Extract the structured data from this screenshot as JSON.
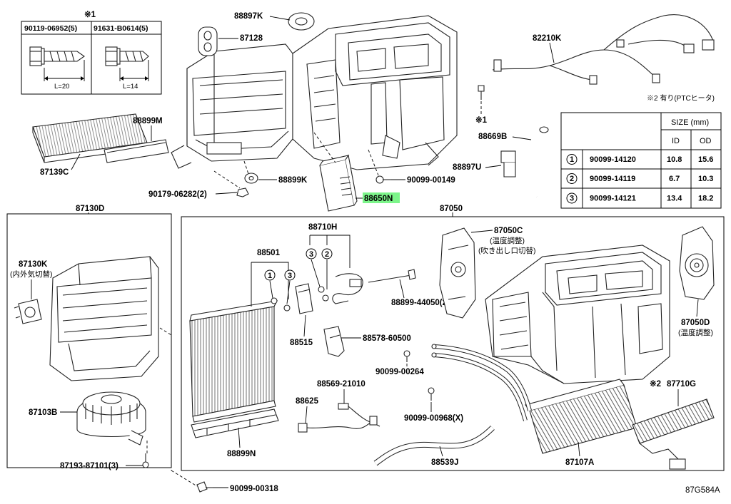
{
  "diagram": {
    "code": "87G584A",
    "highlighted_part": "88650N",
    "screw_box": {
      "note_mark": "※1",
      "screws": [
        {
          "part": "90119-06952(5)",
          "length": "L=20"
        },
        {
          "part": "91631-B0614(5)",
          "length": "L=14"
        }
      ]
    },
    "spec_table": {
      "note": "※2 有り(PTCヒータ)",
      "size_header": "SIZE (mm)",
      "col_id": "ID",
      "col_od": "OD",
      "rows": [
        {
          "no": "1",
          "part": "90099-14120",
          "id": "10.8",
          "od": "15.6"
        },
        {
          "no": "2",
          "part": "90099-14119",
          "id": "6.7",
          "od": "10.3"
        },
        {
          "no": "3",
          "part": "90099-14121",
          "id": "13.4",
          "od": "18.2"
        }
      ]
    },
    "labels": {
      "p88897K": "88897K",
      "p87128": "87128",
      "p82210K": "82210K",
      "p88899M": "88899M",
      "p87139C": "87139C",
      "note1": "※1",
      "p88669B": "88669B",
      "p88897U": "88897U",
      "p88899K": "88899K",
      "p90099_00149": "90099-00149",
      "p90179_06282": "90179-06282(2)",
      "p88650N": "88650N",
      "p87130D": "87130D",
      "p87050": "87050",
      "p88710H": "88710H",
      "p87050C": "87050C",
      "p87050C_note1": "(温度調整)",
      "p87050C_note2": "(吹き出し口切替)",
      "p87130K": "87130K",
      "p87130K_note": "(内外気切替)",
      "p88501": "88501",
      "c1": "1",
      "c2": "2",
      "c3": "3",
      "p88899_44050": "88899-44050(2)",
      "p88515": "88515",
      "p88578_60500": "88578-60500",
      "p87050D": "87050D",
      "p87050D_note": "(温度調整)",
      "p90099_00264": "90099-00264",
      "p88569_21010": "88569-21010",
      "p88625": "88625",
      "p87103B": "87103B",
      "p90099_00968": "90099-00968(X)",
      "p87710G": "87710G",
      "p87710G_mark": "※2",
      "p88899N": "88899N",
      "p88539J": "88539J",
      "p87107A": "87107A",
      "p87193_87101": "87193-87101(3)",
      "p90099_00318": "90099-00318"
    }
  }
}
